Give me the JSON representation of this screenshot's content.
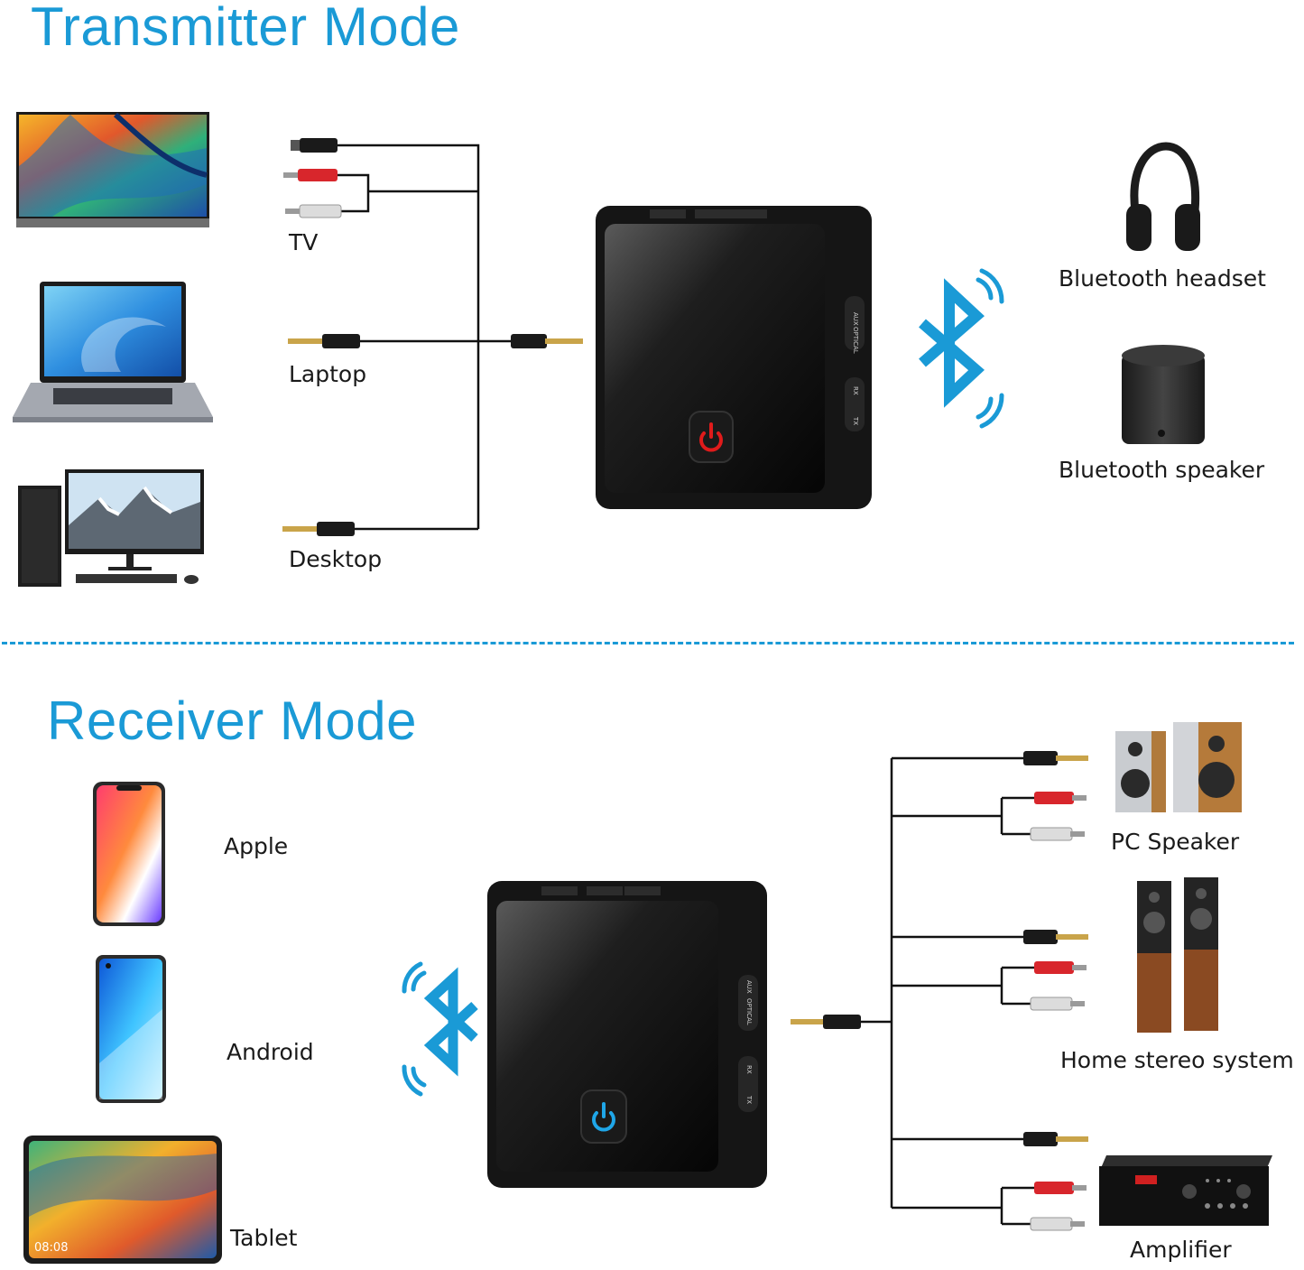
{
  "colors": {
    "accent": "#1a9ad6",
    "device_body": "#151515",
    "power_led_transmit": "#e01b1b",
    "power_led_receive": "#1fa6e8",
    "wire": "#111111",
    "rca_red": "#d8262c",
    "rca_white": "#d9d9d9"
  },
  "transmitter": {
    "title": "Transmitter Mode",
    "sources": [
      {
        "label": "TV",
        "icon": "tv-icon"
      },
      {
        "label": "Laptop",
        "icon": "laptop-icon"
      },
      {
        "label": "Desktop",
        "icon": "desktop-computer-icon"
      }
    ],
    "outputs": [
      {
        "label": "Bluetooth headset",
        "icon": "headphones-icon"
      },
      {
        "label": "Bluetooth speaker",
        "icon": "speaker-icon"
      }
    ],
    "device_switch_labels": {
      "aux": "AUX",
      "optical": "OPTICAL",
      "rx": "RX",
      "tx": "TX"
    }
  },
  "receiver": {
    "title": "Receiver Mode",
    "sources": [
      {
        "label": "Apple",
        "icon": "iphone-icon"
      },
      {
        "label": "Android",
        "icon": "android-phone-icon"
      },
      {
        "label": "Tablet",
        "icon": "tablet-icon",
        "screen_time": "08:08"
      }
    ],
    "outputs": [
      {
        "label": "PC Speaker",
        "icon": "pc-speakers-icon"
      },
      {
        "label": "Home stereo system",
        "icon": "floor-speakers-icon"
      },
      {
        "label": "Amplifier",
        "icon": "amplifier-icon"
      }
    ],
    "device_switch_labels": {
      "aux": "AUX",
      "optical": "OPTICAL",
      "rx": "RX",
      "tx": "TX"
    }
  }
}
